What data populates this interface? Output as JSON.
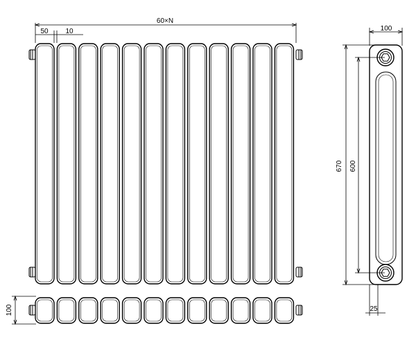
{
  "drawing": {
    "section_count": 12,
    "dimensions": {
      "overall_width": "60×N",
      "section_width": "50",
      "section_gap": "10",
      "side_width": "100",
      "overall_height": "670",
      "pipe_centers": "600",
      "bottom_depth": "100",
      "connector_offset": "25"
    }
  }
}
